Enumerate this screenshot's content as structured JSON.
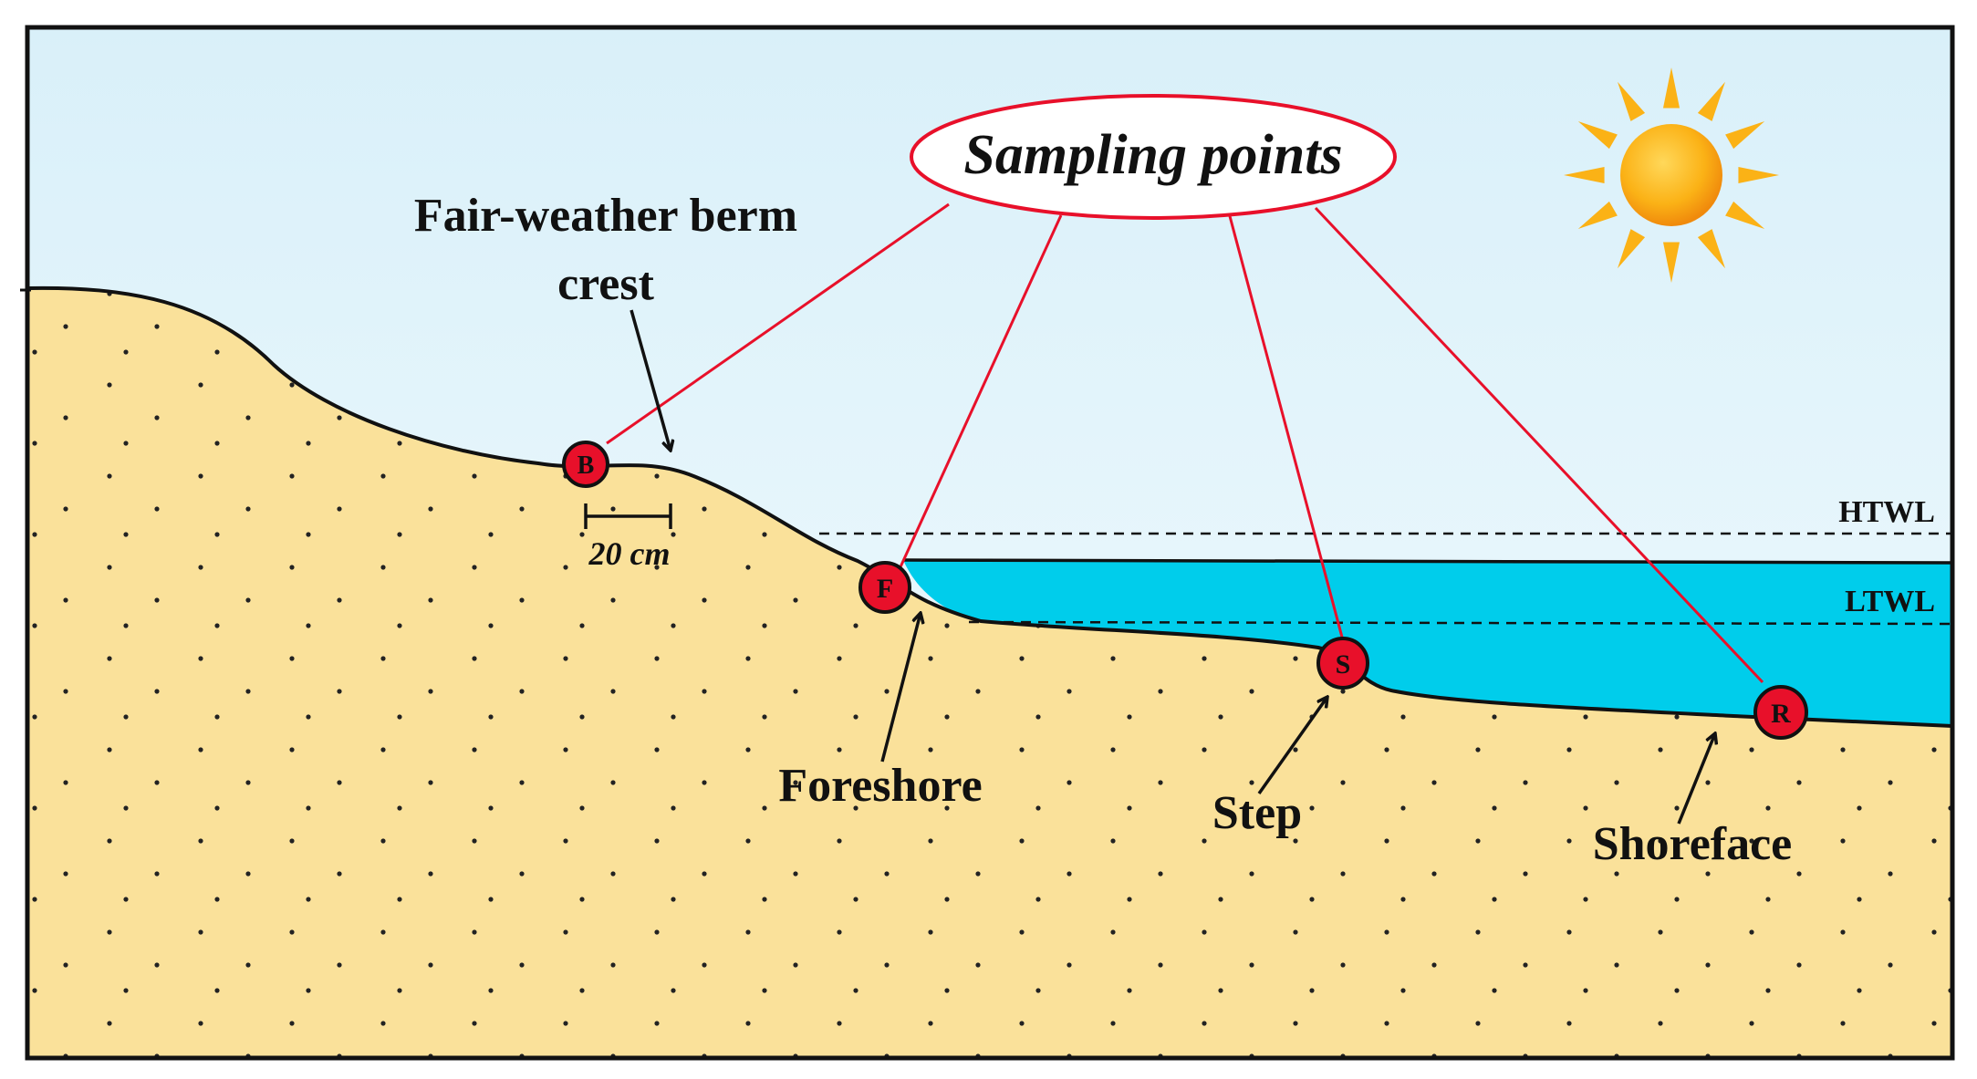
{
  "title": "Sampling points",
  "labels": {
    "berm_line1": "Fair-weather berm",
    "berm_line2": "crest",
    "foreshore": "Foreshore",
    "step": "Step",
    "shoreface": "Shoreface",
    "htwl": "HTWL",
    "ltwl": "LTWL",
    "scale": "20 cm"
  },
  "points": [
    {
      "id": "berm",
      "letter": "B"
    },
    {
      "id": "foreshore",
      "letter": "F"
    },
    {
      "id": "step",
      "letter": "S"
    },
    {
      "id": "shoreface",
      "letter": "R"
    }
  ],
  "colors": {
    "sky": "#e4f5fb",
    "sand": "#fae19a",
    "water": "#00cdeb",
    "point_fill": "#e8102a",
    "leader_line": "#e8102a",
    "sun": "#fbb216"
  },
  "icons": {
    "sun": "sun-icon"
  }
}
